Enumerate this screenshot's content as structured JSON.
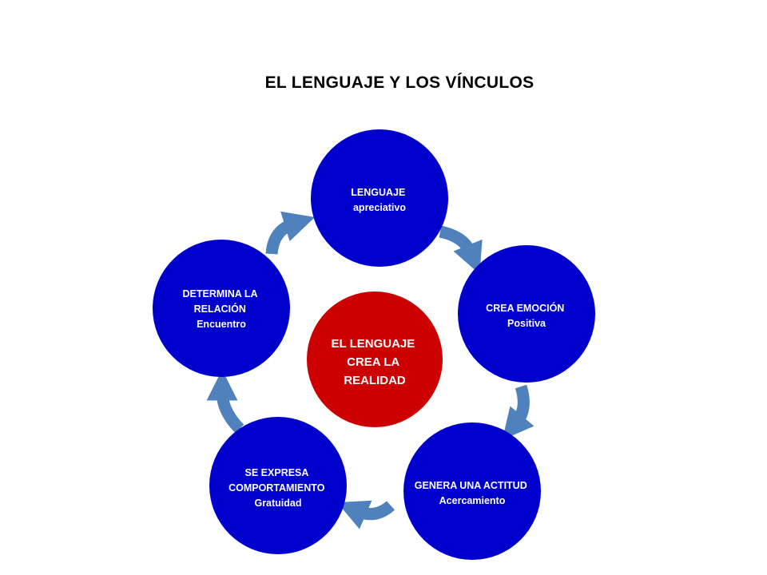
{
  "title": "EL LENGUAJE Y LOS VÍNCULOS",
  "colors": {
    "node_blue": "#0000CC",
    "center_red": "#CC0000",
    "arrow_blue": "#4F81BD",
    "text_white": "#FFFFFF"
  },
  "center": {
    "lines": [
      "EL LENGUAJE",
      "CREA LA",
      "REALIDAD"
    ]
  },
  "cycle": [
    {
      "lines": [
        "LENGUAJE",
        "apreciativo"
      ]
    },
    {
      "lines": [
        "CREA EMOCIÓN",
        "Positiva"
      ]
    },
    {
      "lines": [
        "GENERA UNA ACTITUD",
        "Acercamiento"
      ]
    },
    {
      "lines": [
        "SE EXPRESA",
        "COMPORTAMIENTO",
        "Gratuidad"
      ]
    },
    {
      "lines": [
        "DETERMINA LA",
        "RELACIÓN",
        "Encuentro"
      ]
    }
  ]
}
